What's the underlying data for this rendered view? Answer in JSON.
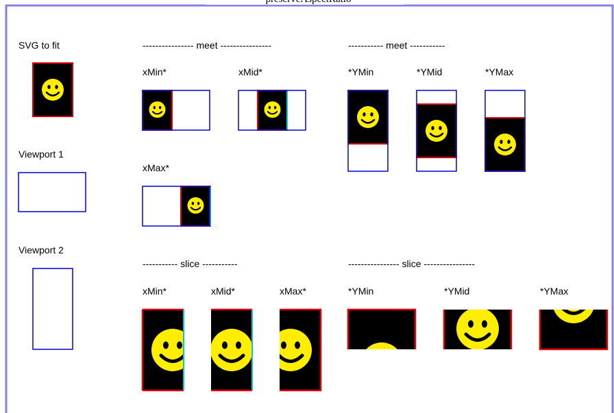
{
  "caption": "preserveAspectRatio",
  "colors": {
    "frame": "#8080e8",
    "viewport": "#1010d8",
    "svg_border": "#e00000",
    "svg_bg": "#000000",
    "face": "#ffee00",
    "face_features": "#000000",
    "face_shadow": "#00c8d8"
  },
  "left_column": {
    "svg_to_fit": "SVG to fit",
    "viewport1": "Viewport 1",
    "viewport2": "Viewport 2"
  },
  "meet": {
    "x_header": "---------------- meet ----------------",
    "y_header": "----------- meet -----------",
    "x_labels": {
      "min": "xMin*",
      "mid": "xMid*",
      "max": "xMax*"
    },
    "y_labels": {
      "min": "*YMin",
      "mid": "*YMid",
      "max": "*YMax"
    }
  },
  "slice": {
    "x_header": "----------- slice -----------",
    "y_header": "---------------- slice ----------------",
    "x_labels": {
      "min": "xMin*",
      "mid": "xMid*",
      "max": "xMax*"
    },
    "y_labels": {
      "min": "*YMin",
      "mid": "*YMid",
      "max": "*YMax"
    }
  }
}
